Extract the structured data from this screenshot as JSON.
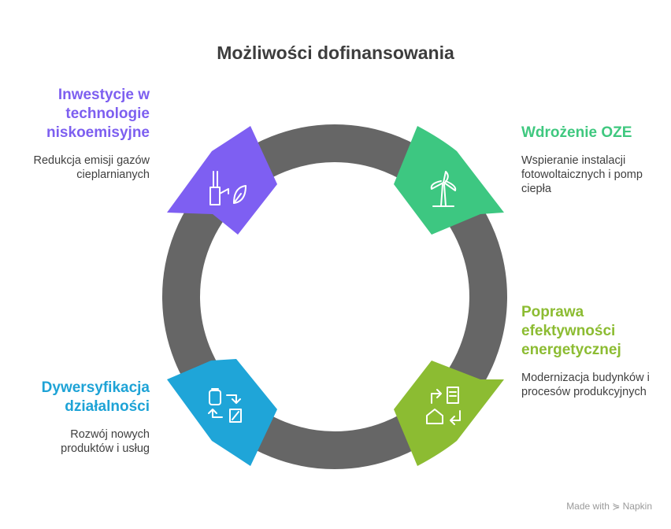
{
  "title": "Możliwości dofinansowania",
  "items": [
    {
      "position": "top-left",
      "title": "Inwestycje w technologie niskoemisyjne",
      "description": "Redukcja emisji gazów cieplarnianych",
      "color": "#7e5ff2",
      "icon": "factory-leaf-icon"
    },
    {
      "position": "top-right",
      "title": "Wdrożenie OZE",
      "description": "Wspieranie instalacji fotowoltaicznych i pomp ciepła",
      "color": "#3dc781",
      "icon": "wind-turbine-icon"
    },
    {
      "position": "bottom-right",
      "title": "Poprawa efektywności energetycznej",
      "description": "Modernizacja budynków i procesów produkcyjnych",
      "color": "#8cbc32",
      "icon": "building-house-exchange-icon"
    },
    {
      "position": "bottom-left",
      "title": "Dywersyfikacja działalności",
      "description": "Rozwój nowych produktów i usług",
      "color": "#1fa5d8",
      "icon": "product-exchange-icon"
    }
  ],
  "ring_color": "#666666",
  "footer": {
    "made_with": "Made with",
    "brand": "Napkin"
  }
}
